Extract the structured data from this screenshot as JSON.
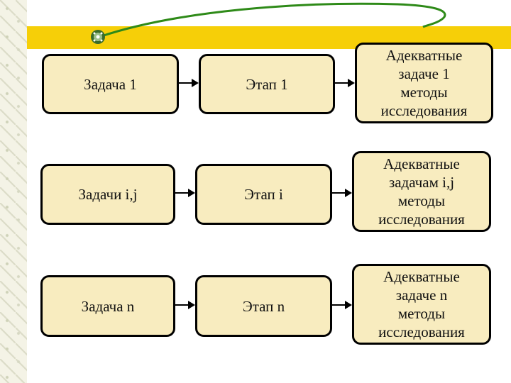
{
  "rows": [
    {
      "task": "Задача 1",
      "stage": "Этап 1",
      "methods": [
        "Адекватные",
        "задаче 1",
        "методы",
        "исследования"
      ]
    },
    {
      "task": "Задачи i,j",
      "stage": "Этап i",
      "methods": [
        "Адекватные",
        "задачам i,j",
        "методы",
        "исследования"
      ]
    },
    {
      "task": "Задача n",
      "stage": "Этап n",
      "methods": [
        "Адекватные",
        "задаче n",
        "методы",
        "исследования"
      ]
    }
  ],
  "colors": {
    "box_fill": "#f8ecbf",
    "band": "#f6cf08",
    "swoosh": "#2e8a18"
  },
  "icons": [
    "decorative-pattern",
    "green-swoosh",
    "bullet-ornament-icon"
  ]
}
